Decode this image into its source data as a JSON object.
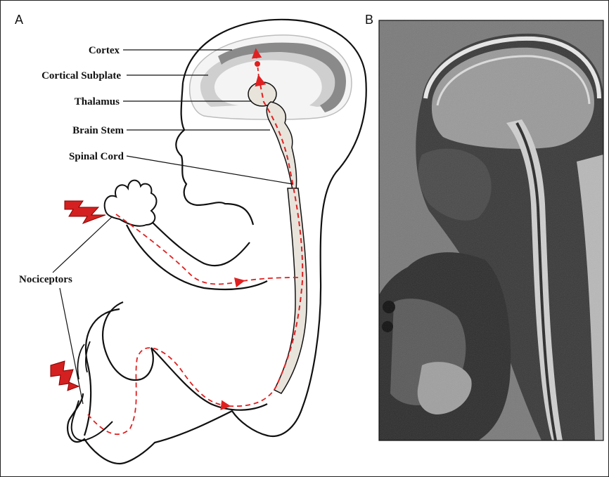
{
  "panels": {
    "a_label": "A",
    "b_label": "B"
  },
  "labels": {
    "cortex": "Cortex",
    "cortical_subplate": "Cortical Subplate",
    "thalamus": "Thalamus",
    "brain_stem": "Brain Stem",
    "spinal_cord": "Spinal Cord",
    "nociceptors": "Nociceptors"
  },
  "colors": {
    "pain_pathway": "#e02020",
    "cortex_dark": "#8a8a8a",
    "subplate_light": "#cfcfcf",
    "brainstem_fill": "#e8e4dc",
    "outline": "#111111"
  },
  "icons": {
    "stimulus": "lightning-bolt-icon"
  }
}
